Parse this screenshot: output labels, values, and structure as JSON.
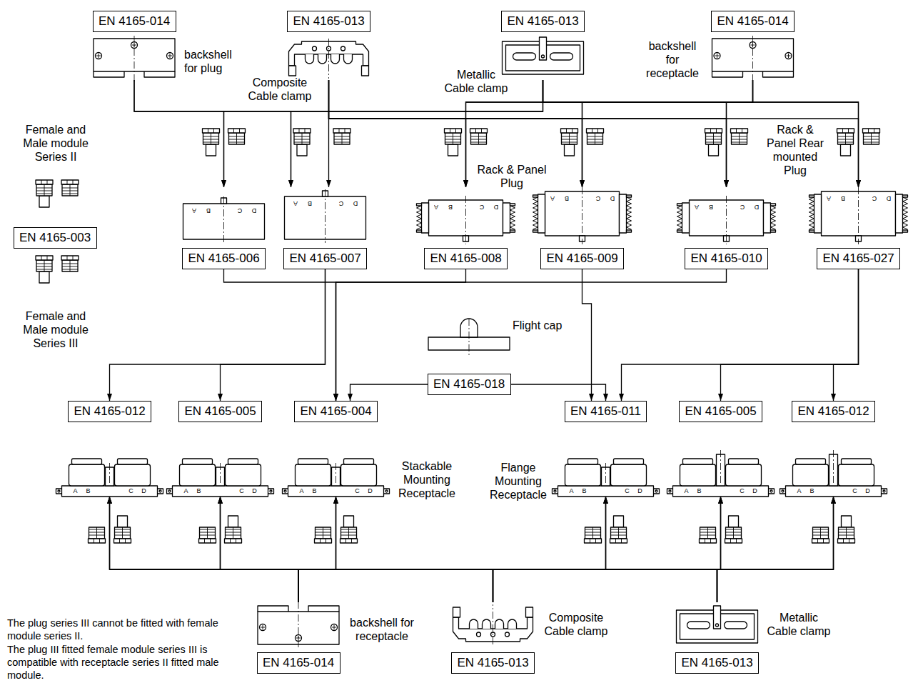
{
  "diagram": {
    "nodes": [
      {
        "text": [
          "EN 4165-014"
        ]
      },
      {
        "text": [
          "EN 4165-013"
        ]
      },
      {
        "text": [
          "EN 4165-013"
        ]
      },
      {
        "text": [
          "EN 4165-014"
        ]
      },
      {
        "text": [
          "EN 4165-003"
        ]
      },
      {
        "text": [
          "EN 4165-006"
        ]
      },
      {
        "text": [
          "EN 4165-007"
        ]
      },
      {
        "text": [
          "EN 4165-008"
        ]
      },
      {
        "text": [
          "EN 4165-009"
        ]
      },
      {
        "text": [
          "EN 4165-010"
        ]
      },
      {
        "text": [
          "EN 4165-027"
        ]
      },
      {
        "text": [
          "EN 4165-018"
        ]
      },
      {
        "text": [
          "EN 4165-012"
        ]
      },
      {
        "text": [
          "EN 4165-005"
        ]
      },
      {
        "text": [
          "EN 4165-004"
        ]
      },
      {
        "text": [
          "EN 4165-011"
        ]
      },
      {
        "text": [
          "EN 4165-005"
        ]
      },
      {
        "text": [
          "EN 4165-012"
        ]
      },
      {
        "text": [
          "EN 4165-014"
        ]
      },
      {
        "text": [
          "EN 4165-013"
        ]
      },
      {
        "text": [
          "EN 4165-013"
        ]
      }
    ],
    "edges": [
      {
        "from": 0,
        "to": 5,
        "arrow": "to"
      },
      {
        "from": 0,
        "to": 6,
        "arrow": "to"
      },
      {
        "from": 2,
        "to": 5,
        "arrow": "to"
      },
      {
        "from": 2,
        "to": 6,
        "arrow": "to"
      },
      {
        "from": 1,
        "to": 6,
        "arrow": "to"
      },
      {
        "from": 1,
        "to": 7,
        "arrow": "to"
      },
      {
        "from": 1,
        "to": 8,
        "arrow": "to"
      },
      {
        "from": 1,
        "to": 9,
        "arrow": "to"
      },
      {
        "from": 1,
        "to": 10,
        "arrow": "to"
      },
      {
        "from": 2,
        "to": 7,
        "arrow": "to"
      },
      {
        "from": 2,
        "to": 8,
        "arrow": "to"
      },
      {
        "from": 2,
        "to": 9,
        "arrow": "to"
      },
      {
        "from": 2,
        "to": 10,
        "arrow": "to"
      },
      {
        "from": 3,
        "to": 7,
        "arrow": "to"
      },
      {
        "from": 3,
        "to": 8,
        "arrow": "to"
      },
      {
        "from": 3,
        "to": 9,
        "arrow": "to"
      },
      {
        "from": 3,
        "to": 10,
        "arrow": "to"
      },
      {
        "from": 6,
        "to": 12,
        "arrow": "to"
      },
      {
        "from": 6,
        "to": 13,
        "arrow": "to"
      },
      {
        "from": 5,
        "to": 14,
        "arrow": "to"
      },
      {
        "from": 7,
        "to": 14,
        "arrow": "to"
      },
      {
        "from": 9,
        "to": 14,
        "arrow": "to"
      },
      {
        "from": 8,
        "to": 15,
        "arrow": "to"
      },
      {
        "from": 10,
        "to": 15,
        "arrow": "to"
      },
      {
        "from": 10,
        "to": 16,
        "arrow": "to"
      },
      {
        "from": 10,
        "to": 17,
        "arrow": "to"
      },
      {
        "from": 11,
        "to": 14,
        "arrow": "to"
      },
      {
        "from": 11,
        "to": 15,
        "arrow": "to"
      },
      {
        "from": 18,
        "to": 12,
        "arrow": "to"
      },
      {
        "from": 18,
        "to": 13,
        "arrow": "to"
      },
      {
        "from": 18,
        "to": 14,
        "arrow": "to"
      },
      {
        "from": 18,
        "to": 15,
        "arrow": "to"
      },
      {
        "from": 18,
        "to": 16,
        "arrow": "to"
      },
      {
        "from": 18,
        "to": 17,
        "arrow": "to"
      },
      {
        "from": 19,
        "to": 12,
        "arrow": "to"
      },
      {
        "from": 19,
        "to": 13,
        "arrow": "to"
      },
      {
        "from": 19,
        "to": 14,
        "arrow": "to"
      },
      {
        "from": 19,
        "to": 15,
        "arrow": "to"
      },
      {
        "from": 19,
        "to": 16,
        "arrow": "to"
      },
      {
        "from": 19,
        "to": 17,
        "arrow": "to"
      },
      {
        "from": 20,
        "to": 12,
        "arrow": "to"
      },
      {
        "from": 20,
        "to": 13,
        "arrow": "to"
      },
      {
        "from": 20,
        "to": 14,
        "arrow": "to"
      },
      {
        "from": 20,
        "to": 15,
        "arrow": "to"
      },
      {
        "from": 20,
        "to": 16,
        "arrow": "to"
      },
      {
        "from": 20,
        "to": 17,
        "arrow": "to"
      }
    ],
    "labels": [
      "backshell for plug",
      "Composite Cable clamp",
      "Metallic Cable clamp",
      "backshell for receptacle",
      "Female and Male module Series II",
      "Female and Male module Series III",
      "Rack & Panel Plug",
      "Rack & Panel Rear mounted Plug",
      "Flight cap",
      "Stackable Mounting Receptacle",
      "Flange Mounting Receptacle",
      "backshell for receptacle",
      "Composite Cable clamp",
      "Metallic Cable clamp",
      "The plug series III cannot be fitted with female module series II.",
      "The plug III fitted female module series III is compatible with receptacle series II fitted male module.",
      "A",
      "B",
      "C",
      "D",
      "A",
      "B",
      "C",
      "D",
      "A",
      "B",
      "C",
      "D",
      "A",
      "B",
      "C",
      "D",
      "A",
      "B",
      "C",
      "D",
      "A",
      "B",
      "C",
      "D",
      "A",
      "B",
      "C",
      "D",
      "A",
      "B",
      "C",
      "D",
      "A",
      "B",
      "C",
      "D",
      "A",
      "B",
      "C",
      "D",
      "A",
      "B",
      "C",
      "D",
      "A",
      "B",
      "C",
      "D"
    ]
  }
}
